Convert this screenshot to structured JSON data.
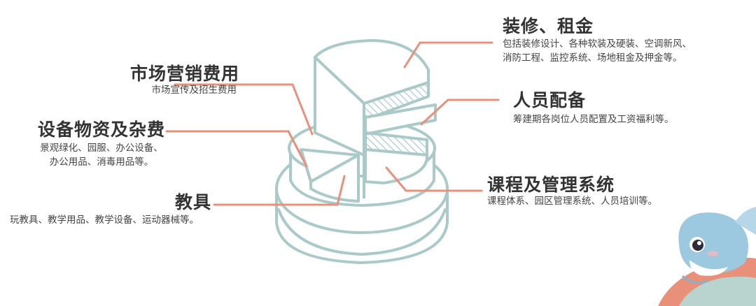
{
  "categories": [
    {
      "id": "decoration",
      "title": "装修、租金",
      "lines": [
        "包括装修设计、各种软装及硬装、空调新风、",
        "消防工程、监控系统、场地租金及押金等。"
      ]
    },
    {
      "id": "marketing",
      "title": "市场营销费用",
      "lines": [
        "市场宣传及招生费用"
      ]
    },
    {
      "id": "staff",
      "title": "人员配备",
      "lines": [
        "筹建期各岗位人员配置及工资福利等。"
      ]
    },
    {
      "id": "equipment",
      "title": "设备物资及杂费",
      "lines": [
        "景观绿化、园服、办公设备、",
        "办公用品、消毒用品等。"
      ]
    },
    {
      "id": "curriculum",
      "title": "课程及管理系统",
      "lines": [
        "课程体系、园区管理系统、人员培训等。"
      ]
    },
    {
      "id": "teaching",
      "title": "教具",
      "lines": [
        "玩教具、教学用品、教学设备、运动器械等。"
      ]
    }
  ],
  "colors": {
    "outline": "#aacaca",
    "hatch": "#aacaca",
    "connector": "#e8907a",
    "text_title": "#333333",
    "text_desc": "#444444",
    "mascot_body": "#9cc8e0",
    "mascot_bg": "#e8907a"
  }
}
